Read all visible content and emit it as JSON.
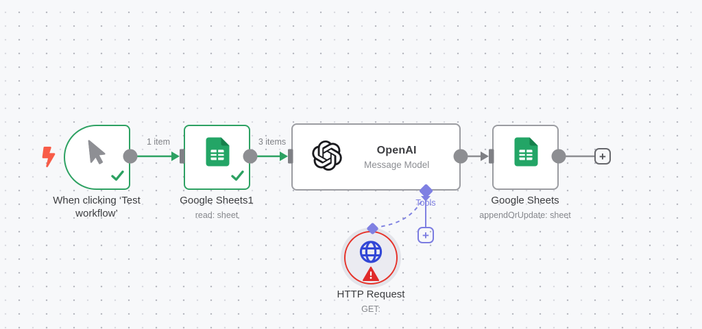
{
  "canvas": {
    "background_color": "#f7f8fa",
    "dot_color": "#b8b9c1"
  },
  "colors": {
    "success_green": "#2da162",
    "sheets_green": "#23a566",
    "node_border_gray": "#9b9ca1",
    "connector_gray": "#8d8e92",
    "tools_indigo": "#7b7ce1",
    "error_red": "#e63229",
    "globe_blue": "#3247d6",
    "bolt_coral": "#f85c48",
    "title_text": "#3b3c3f",
    "subtitle_text": "#85878c"
  },
  "nodes": {
    "trigger": {
      "title": "When clicking ‘Test workflow’",
      "icon": "mouse-pointer-icon",
      "status": "success"
    },
    "sheets1": {
      "title": "Google Sheets1",
      "subtitle": "read: sheet",
      "icon": "google-sheets-icon",
      "status": "success"
    },
    "openai": {
      "title": "OpenAI",
      "subtitle": "Message Model",
      "icon": "openai-icon",
      "status": "default"
    },
    "sheets2": {
      "title": "Google Sheets",
      "subtitle": "appendOrUpdate: sheet",
      "icon": "google-sheets-icon",
      "status": "default"
    },
    "http": {
      "title": "HTTP Request",
      "subtitle": "GET:",
      "icon": "globe-icon",
      "status": "error"
    }
  },
  "connections": {
    "trigger_to_sheets1": {
      "label": "1 item",
      "status": "success"
    },
    "sheets1_to_openai": {
      "label": "3 items",
      "status": "success"
    },
    "openai_to_sheets2": {
      "label": "",
      "status": "default"
    },
    "tools_port": {
      "label": "Tools"
    }
  },
  "ui": {
    "add_node_button_label": "+",
    "add_tool_button_label": "+"
  }
}
